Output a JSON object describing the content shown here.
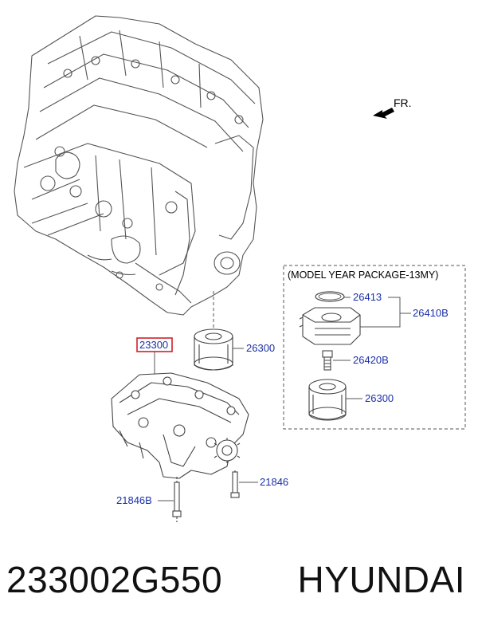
{
  "orientation": {
    "label": "FR."
  },
  "package_box": {
    "title": "(MODEL YEAR PACKAGE-13MY)"
  },
  "callouts": {
    "pump": "23300",
    "filter_main": "26300",
    "oring": "26413",
    "cooler_assy": "26410B",
    "fitting": "26420B",
    "filter_pkg": "26300",
    "bolt_right": "21846",
    "bolt_left": "21846B"
  },
  "footer": {
    "part_number": "233002G550",
    "brand": "HYUNDAI"
  },
  "colors": {
    "callout_text": "#1b2fa8",
    "highlight_border": "#d0202a",
    "line_art": "#555555"
  }
}
